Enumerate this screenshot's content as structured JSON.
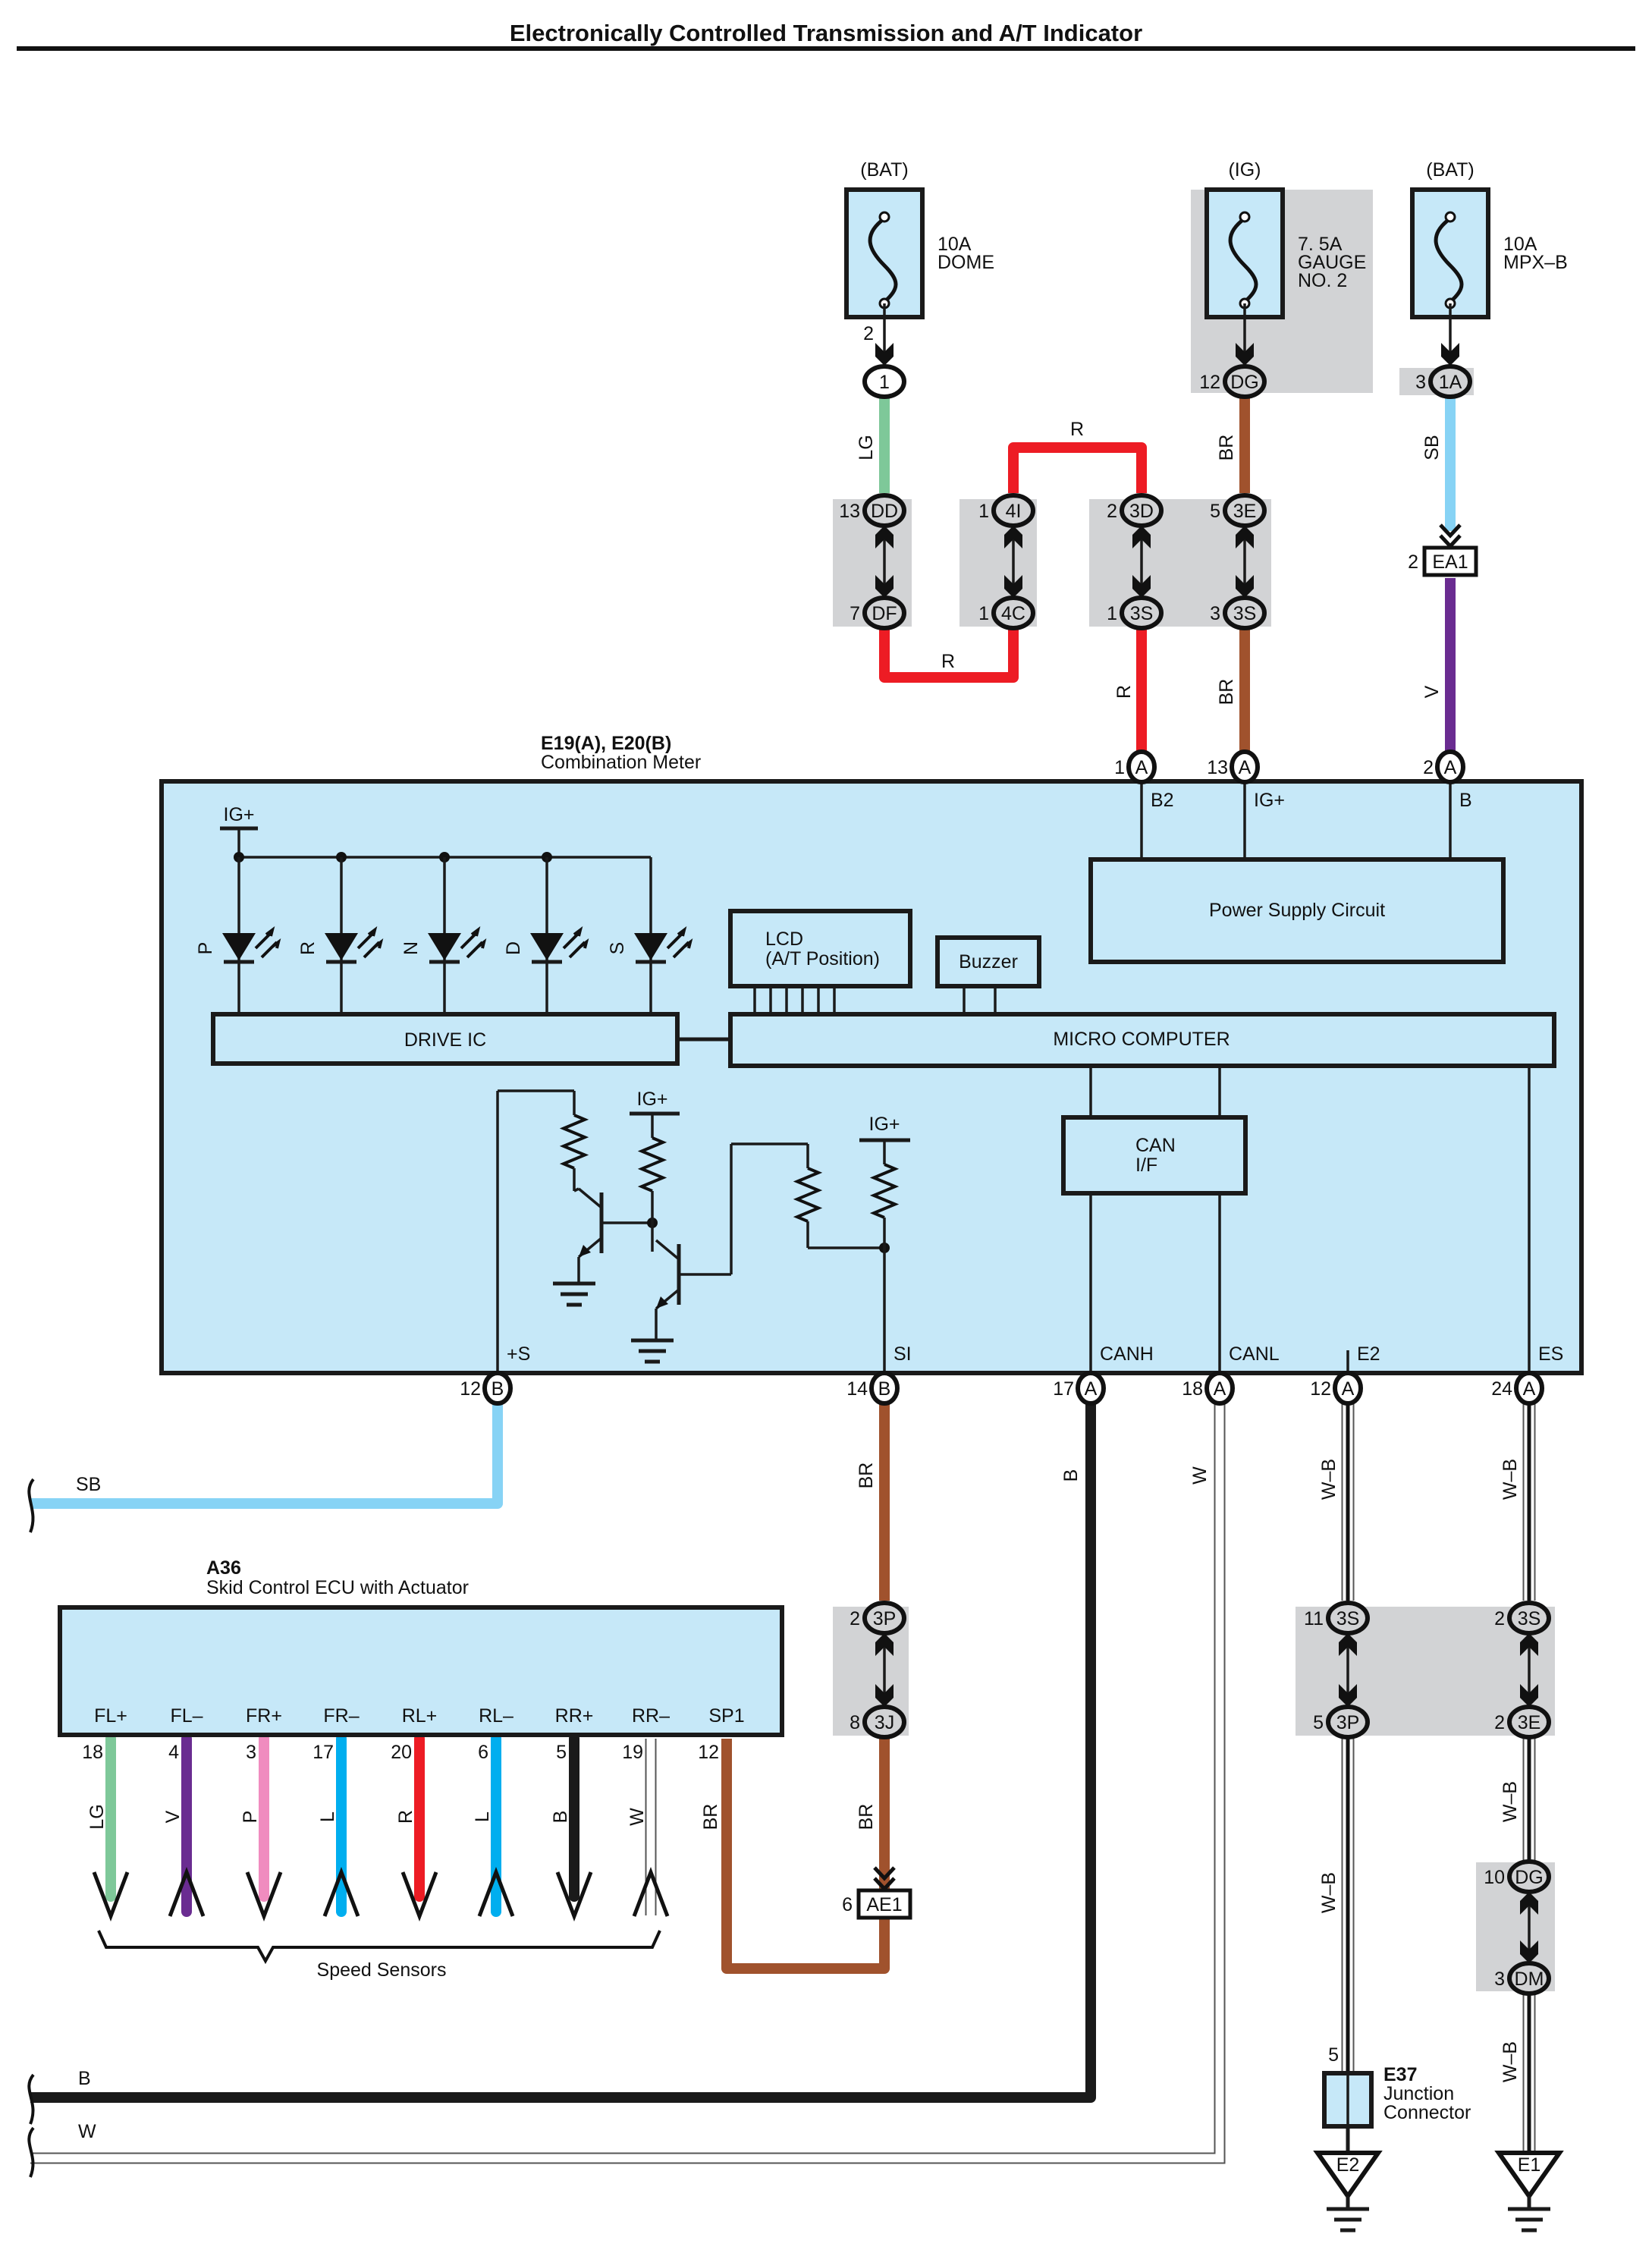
{
  "title": "Electronically Controlled Transmission and A/T Indicator",
  "colors": {
    "LG": "#7ec899",
    "R": "#ed1c24",
    "BR": "#a0522d",
    "SB": "#87d3f5",
    "V": "#6a2c91",
    "B": "#1a1a1a",
    "W": "#ffffff",
    "P": "#f08cbf",
    "L": "#00aeef",
    "component_fill": "#c6e8f8",
    "junction_gray": "#d2d3d5"
  },
  "fuses": [
    {
      "source": "(BAT)",
      "rating": "10A",
      "name": "DOME",
      "pin": "2",
      "connector": "1",
      "connector_pin": ""
    },
    {
      "source": "(IG)",
      "rating": "7. 5A",
      "name": "GAUGE",
      "name2": "NO. 2",
      "pin": "",
      "connector": "DG",
      "connector_pin": "12"
    },
    {
      "source": "(BAT)",
      "rating": "10A",
      "name": "MPX–B",
      "pin": "",
      "connector": "1A",
      "connector_pin": "3"
    }
  ],
  "junctions_top": [
    {
      "upper_pin": "13",
      "upper": "DD",
      "lower_pin": "7",
      "lower": "DF"
    },
    {
      "upper_pin": "1",
      "upper": "4I",
      "lower_pin": "1",
      "lower": "4C"
    },
    {
      "upper_pin": "2",
      "upper": "3D",
      "lower_pin": "1",
      "lower": "3S"
    },
    {
      "upper_pin": "5",
      "upper": "3E",
      "lower_pin": "3",
      "lower": "3S"
    }
  ],
  "inline_connectors": {
    "ea1": {
      "pin": "2",
      "name": "EA1"
    },
    "ae1": {
      "pin": "6",
      "name": "AE1"
    }
  },
  "wire_labels": {
    "lg": "LG",
    "r_top": "R",
    "r_bottom": "R",
    "r_down": "R",
    "br_top": "BR",
    "br_down": "BR",
    "sb_top": "SB",
    "v": "V",
    "sb_left": "SB",
    "br_si": "BR",
    "b_canh": "B",
    "w_canl": "W",
    "wb_e2": "W–B",
    "wb_es": "W–B",
    "wb_e2_low": "W–B",
    "wb_es_mid": "W–B",
    "wb_es_low": "W–B",
    "br_ae1": "BR",
    "b_bottom": "B",
    "w_bottom": "W"
  },
  "combination_meter": {
    "id": "E19(A), E20(B)",
    "name": "Combination Meter",
    "top_pins": [
      {
        "num": "1",
        "conn": "A",
        "label": "B2"
      },
      {
        "num": "13",
        "conn": "A",
        "label": "IG+"
      },
      {
        "num": "2",
        "conn": "A",
        "label": "B"
      }
    ],
    "bottom_pins": [
      {
        "num": "12",
        "conn": "B",
        "label": "+S"
      },
      {
        "num": "14",
        "conn": "B",
        "label": "SI"
      },
      {
        "num": "17",
        "conn": "A",
        "label": "CANH"
      },
      {
        "num": "18",
        "conn": "A",
        "label": "CANL"
      },
      {
        "num": "12",
        "conn": "A",
        "label": "E2"
      },
      {
        "num": "24",
        "conn": "A",
        "label": "ES"
      }
    ],
    "ig_label": "IG+",
    "leds": [
      "P",
      "R",
      "N",
      "D",
      "S"
    ],
    "drive_ic": "DRIVE IC",
    "lcd": "LCD",
    "lcd_sub": "(A/T Position)",
    "buzzer": "Buzzer",
    "power_supply": "Power Supply Circuit",
    "micro": "MICRO COMPUTER",
    "can": "CAN",
    "can_sub": "I/F"
  },
  "skid_ecu": {
    "id": "A36",
    "name": "Skid Control ECU with Actuator",
    "pins": [
      {
        "label": "FL+",
        "num": "18",
        "wire": "LG",
        "dir": "down"
      },
      {
        "label": "FL–",
        "num": "4",
        "wire": "V",
        "dir": "up"
      },
      {
        "label": "FR+",
        "num": "3",
        "wire": "P",
        "dir": "down"
      },
      {
        "label": "FR–",
        "num": "17",
        "wire": "L",
        "dir": "up"
      },
      {
        "label": "RL+",
        "num": "20",
        "wire": "R",
        "dir": "down"
      },
      {
        "label": "RL–",
        "num": "6",
        "wire": "L",
        "dir": "up"
      },
      {
        "label": "RR+",
        "num": "5",
        "wire": "B",
        "dir": "down"
      },
      {
        "label": "RR–",
        "num": "19",
        "wire": "W",
        "dir": "up"
      },
      {
        "label": "SP1",
        "num": "12",
        "wire": "BR",
        "dir": ""
      }
    ],
    "group_label": "Speed Sensors"
  },
  "junctions_bottom": [
    {
      "upper_pin": "2",
      "upper": "3P",
      "lower_pin": "8",
      "lower": "3J"
    },
    {
      "upper_pin": "11",
      "upper": "3S",
      "lower_pin": "5",
      "lower": "3P"
    },
    {
      "upper_pin": "2",
      "upper": "3S",
      "lower_pin": "2",
      "lower": "3E"
    },
    {
      "upper_pin": "10",
      "upper": "DG",
      "lower_pin": "3",
      "lower": "DM"
    }
  ],
  "junction_connector": {
    "id": "E37",
    "name": "Junction",
    "name2": "Connector",
    "pin": "5"
  },
  "grounds": [
    "E2",
    "E1"
  ]
}
